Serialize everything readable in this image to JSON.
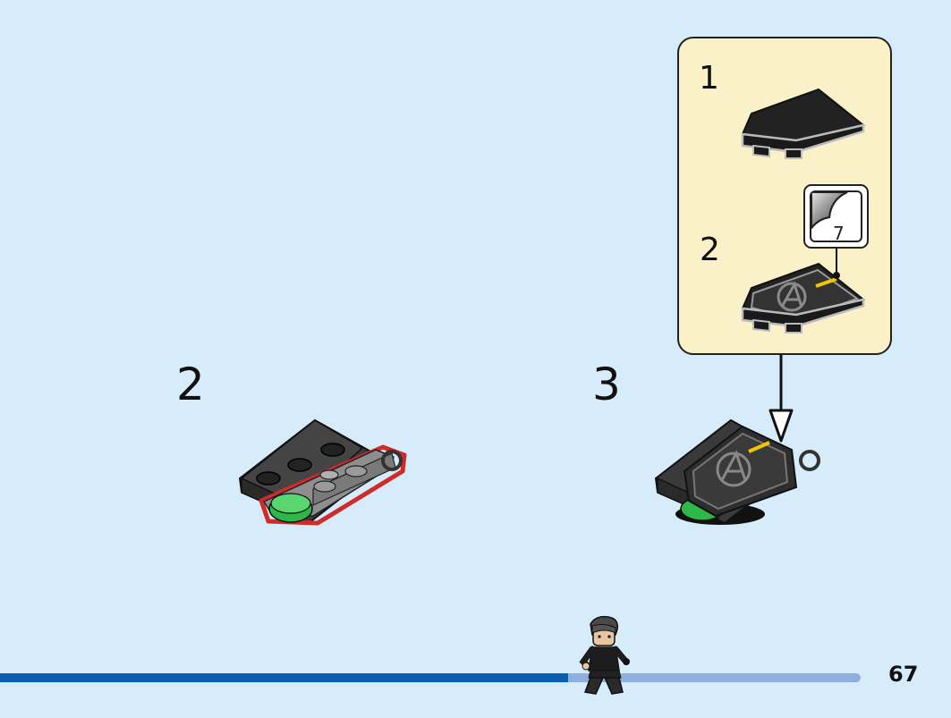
{
  "steps": [
    {
      "number": "2"
    },
    {
      "number": "3"
    }
  ],
  "subassembly": {
    "items": [
      {
        "number": "1"
      },
      {
        "number": "2"
      }
    ],
    "sticker": {
      "count": "7"
    }
  },
  "page": {
    "number": "67"
  },
  "progress": {
    "fraction": 0.66
  },
  "colors": {
    "background": "#d6ecfa",
    "subpanel": "#fbf1c9",
    "progress_done": "#0a5eb0",
    "progress_todo": "#8fb0de",
    "highlight": "#d12a2a",
    "brick_dark": "#333333",
    "brick_gray": "#5a5a5a",
    "brick_green": "#2fb84a"
  }
}
